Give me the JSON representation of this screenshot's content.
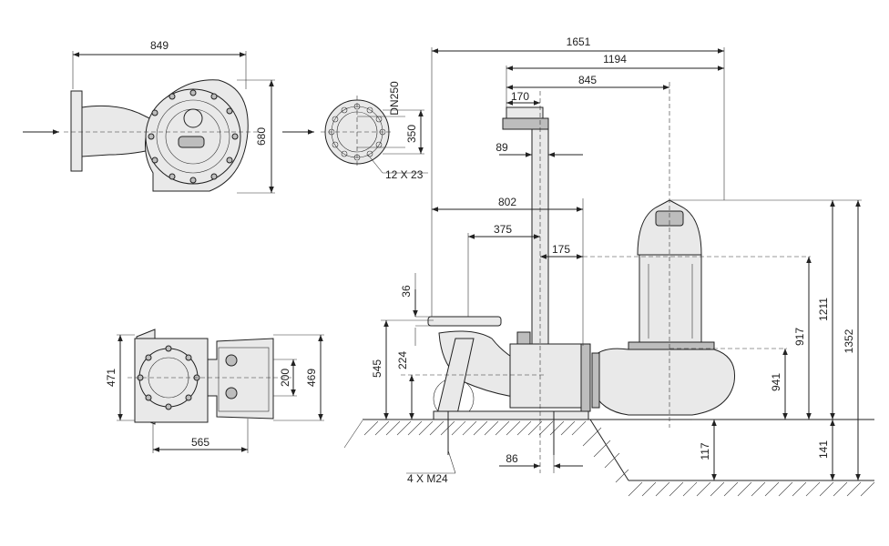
{
  "colors": {
    "line": "#222222",
    "fill": "#e9e9e9",
    "fill_dark": "#bdbdbd",
    "background": "#ffffff"
  },
  "dimensions": {
    "top_view_width": "849",
    "top_view_height": "680",
    "flange_nominal": "DN250",
    "flange_pcd": "350",
    "flange_holes": "12 X 23",
    "overall_length": "1651",
    "length_1194": "1194",
    "length_845": "845",
    "length_170": "170",
    "length_89": "89",
    "length_802": "802",
    "length_375": "375",
    "length_175": "175",
    "height_36": "36",
    "height_545": "545",
    "height_224": "224",
    "height_1211": "1211",
    "height_917": "917",
    "height_941": "941",
    "height_1352": "1352",
    "height_141": "141",
    "height_117": "117",
    "length_86": "86",
    "anchor_bolts": "4 X M24",
    "base_width": "565",
    "base_depth_471": "471",
    "base_depth_469": "469",
    "base_inner_200": "200"
  }
}
